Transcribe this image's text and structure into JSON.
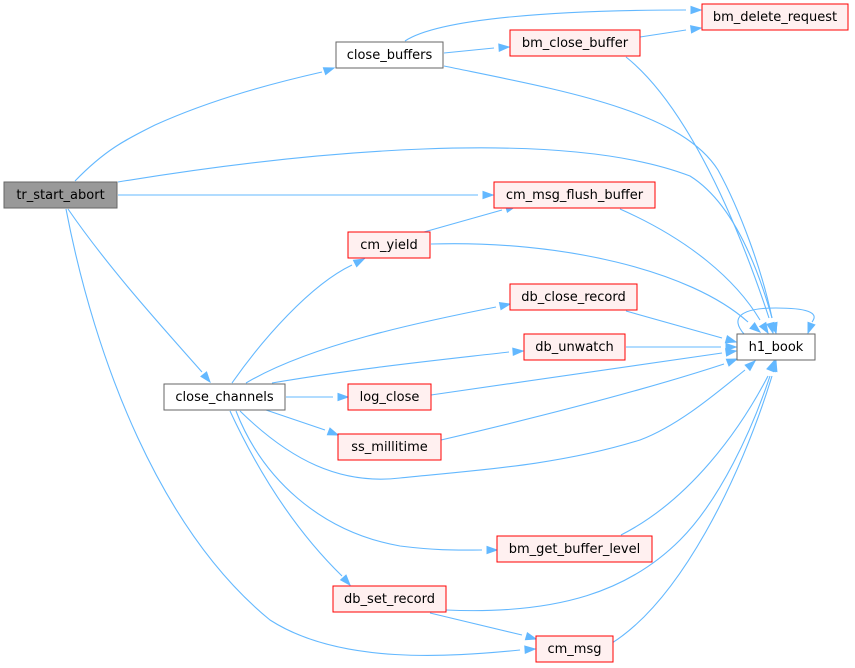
{
  "colors": {
    "edge": "#63b8ff",
    "root_fill": "#999999",
    "root_border": "#666666",
    "plain_fill": "#ffffff",
    "plain_border": "#666666",
    "red_fill": "#fff0f0",
    "red_border": "#ff0000"
  },
  "nodes": {
    "tr_start_abort": {
      "label": "tr_start_abort",
      "style": "root"
    },
    "close_buffers": {
      "label": "close_buffers",
      "style": "plain"
    },
    "close_channels": {
      "label": "close_channels",
      "style": "plain"
    },
    "bm_delete_request": {
      "label": "bm_delete_request",
      "style": "red"
    },
    "bm_close_buffer": {
      "label": "bm_close_buffer",
      "style": "red"
    },
    "cm_msg_flush_buffer": {
      "label": "cm_msg_flush_buffer",
      "style": "red"
    },
    "cm_yield": {
      "label": "cm_yield",
      "style": "red"
    },
    "db_close_record": {
      "label": "db_close_record",
      "style": "red"
    },
    "db_unwatch": {
      "label": "db_unwatch",
      "style": "red"
    },
    "log_close": {
      "label": "log_close",
      "style": "red"
    },
    "ss_millitime": {
      "label": "ss_millitime",
      "style": "red"
    },
    "h1_book": {
      "label": "h1_book",
      "style": "plain"
    },
    "bm_get_buffer_level": {
      "label": "bm_get_buffer_level",
      "style": "red"
    },
    "db_set_record": {
      "label": "db_set_record",
      "style": "red"
    },
    "cm_msg": {
      "label": "cm_msg",
      "style": "red"
    }
  },
  "edges": [
    {
      "from": "tr_start_abort",
      "to": "close_buffers"
    },
    {
      "from": "tr_start_abort",
      "to": "h1_book"
    },
    {
      "from": "tr_start_abort",
      "to": "cm_msg_flush_buffer"
    },
    {
      "from": "tr_start_abort",
      "to": "close_channels"
    },
    {
      "from": "tr_start_abort",
      "to": "cm_msg"
    },
    {
      "from": "close_buffers",
      "to": "bm_delete_request"
    },
    {
      "from": "close_buffers",
      "to": "bm_close_buffer"
    },
    {
      "from": "close_buffers",
      "to": "h1_book"
    },
    {
      "from": "bm_close_buffer",
      "to": "bm_delete_request"
    },
    {
      "from": "bm_close_buffer",
      "to": "h1_book"
    },
    {
      "from": "cm_msg_flush_buffer",
      "to": "h1_book"
    },
    {
      "from": "cm_yield",
      "to": "cm_msg_flush_buffer"
    },
    {
      "from": "cm_yield",
      "to": "h1_book"
    },
    {
      "from": "close_channels",
      "to": "cm_yield"
    },
    {
      "from": "close_channels",
      "to": "db_close_record"
    },
    {
      "from": "close_channels",
      "to": "db_unwatch"
    },
    {
      "from": "close_channels",
      "to": "log_close"
    },
    {
      "from": "close_channels",
      "to": "ss_millitime"
    },
    {
      "from": "close_channels",
      "to": "h1_book"
    },
    {
      "from": "close_channels",
      "to": "bm_get_buffer_level"
    },
    {
      "from": "close_channels",
      "to": "db_set_record"
    },
    {
      "from": "db_close_record",
      "to": "h1_book"
    },
    {
      "from": "db_unwatch",
      "to": "h1_book"
    },
    {
      "from": "log_close",
      "to": "h1_book"
    },
    {
      "from": "ss_millitime",
      "to": "h1_book"
    },
    {
      "from": "bm_get_buffer_level",
      "to": "h1_book"
    },
    {
      "from": "db_set_record",
      "to": "h1_book"
    },
    {
      "from": "db_set_record",
      "to": "cm_msg"
    },
    {
      "from": "cm_msg",
      "to": "h1_book"
    },
    {
      "from": "h1_book",
      "to": "h1_book"
    }
  ]
}
